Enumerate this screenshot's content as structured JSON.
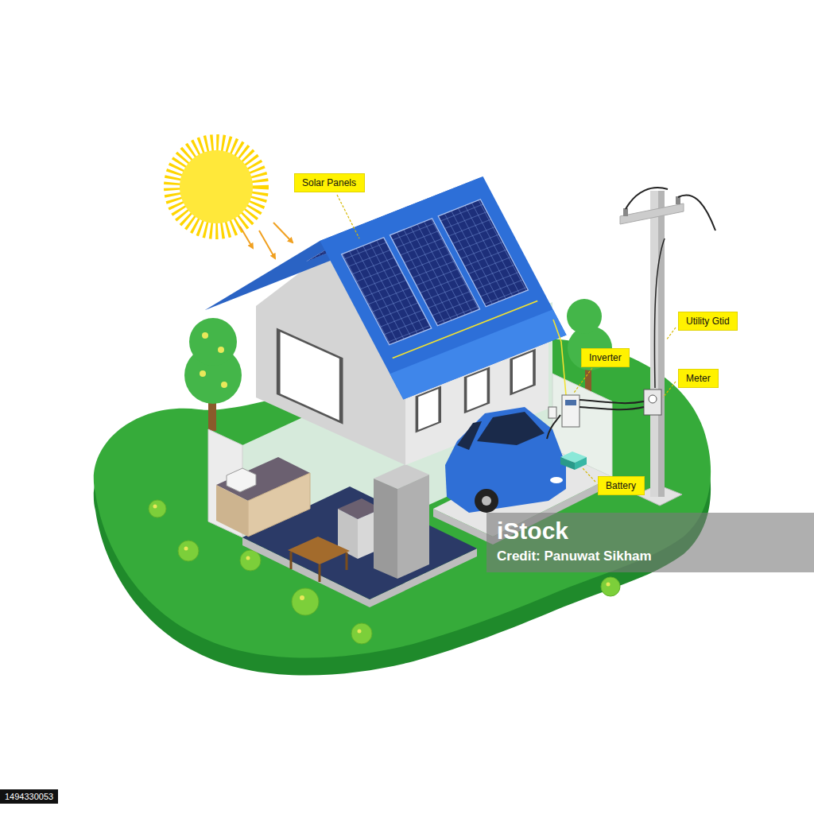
{
  "diagram": {
    "nodes": [
      {
        "text": [
          "Solar Panels"
        ]
      },
      {
        "text": [
          "Utility Gtid"
        ]
      },
      {
        "text": [
          "Inverter"
        ]
      },
      {
        "text": [
          "Meter"
        ]
      },
      {
        "text": [
          "Battery"
        ]
      }
    ],
    "labels": [
      "iStock",
      "Credit: Panuwat Sikham",
      "1494330053"
    ]
  }
}
